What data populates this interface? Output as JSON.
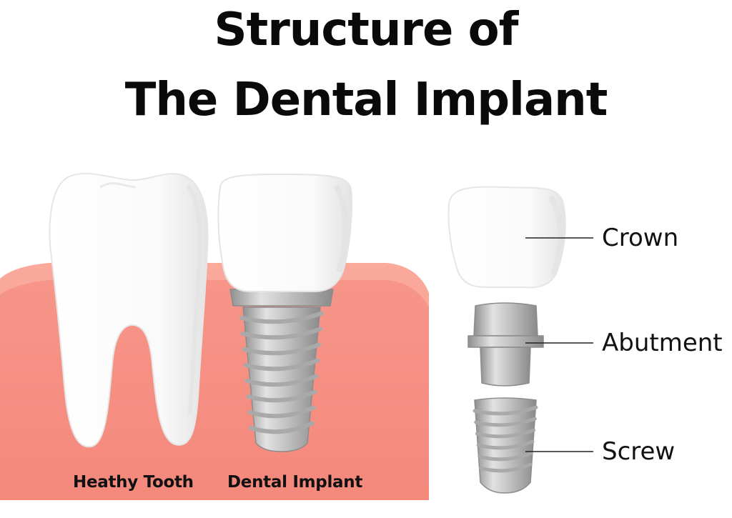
{
  "title": {
    "line1": "Structure of",
    "line2": "The Dental Implant"
  },
  "captions": {
    "healthy_tooth": "Heathy Tooth",
    "dental_implant": "Dental Implant"
  },
  "parts": [
    {
      "id": "crown",
      "label": "Crown"
    },
    {
      "id": "abutment",
      "label": "Abutment"
    },
    {
      "id": "screw",
      "label": "Screw"
    }
  ],
  "colors": {
    "gum": "#f58a7d",
    "gum_dark": "#ee7465",
    "gum_highlight": "#fbb3a6",
    "tooth": "#ffffff",
    "tooth_shade": "#e8e8e8",
    "metal_light": "#d9d9d9",
    "metal_mid": "#b7b7b7",
    "metal_dark": "#8f8f8f",
    "text": "#111111"
  }
}
